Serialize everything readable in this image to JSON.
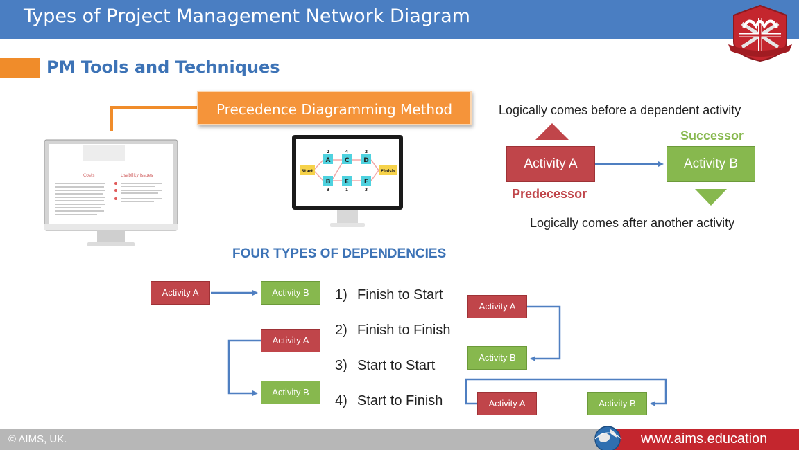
{
  "header": {
    "title": "Types of Project Management Network Diagram"
  },
  "section": {
    "title": "PM Tools and Techniques"
  },
  "pdm": {
    "label": "Precedence Diagramming Method"
  },
  "monitor1": {
    "col1": "Costs",
    "col2": "Usability Issues"
  },
  "network": {
    "nodes": [
      "Start",
      "A",
      "C",
      "D",
      "B",
      "E",
      "F",
      "Finish"
    ],
    "durations": {
      "A": "2",
      "C": "4",
      "D": "2",
      "B": "3",
      "E": "1",
      "F": "3"
    }
  },
  "relationship": {
    "before_text": "Logically comes before a dependent activity",
    "after_text": "Logically comes after another activity",
    "activity_a": "Activity A",
    "activity_b": "Activity B",
    "successor": "Successor",
    "predecessor": "Predecessor"
  },
  "dependencies": {
    "title": "FOUR TYPES OF DEPENDENCIES",
    "items": [
      {
        "num": "1)",
        "label": "Finish to Start"
      },
      {
        "num": "2)",
        "label": "Finish to Finish"
      },
      {
        "num": "3)",
        "label": "Start to Start"
      },
      {
        "num": "4)",
        "label": "Start to Finish"
      }
    ],
    "activity_a": "Activity A",
    "activity_b": "Activity B"
  },
  "footer": {
    "copyright": "AIMS, UK.",
    "url": "www.aims.education"
  },
  "colors": {
    "header_blue": "#4a7ec2",
    "accent_orange": "#f08c2a",
    "activity_red": "#c0454a",
    "activity_green": "#87b84e",
    "arrow_blue": "#4f7fc1",
    "footer_red": "#c4262e"
  }
}
